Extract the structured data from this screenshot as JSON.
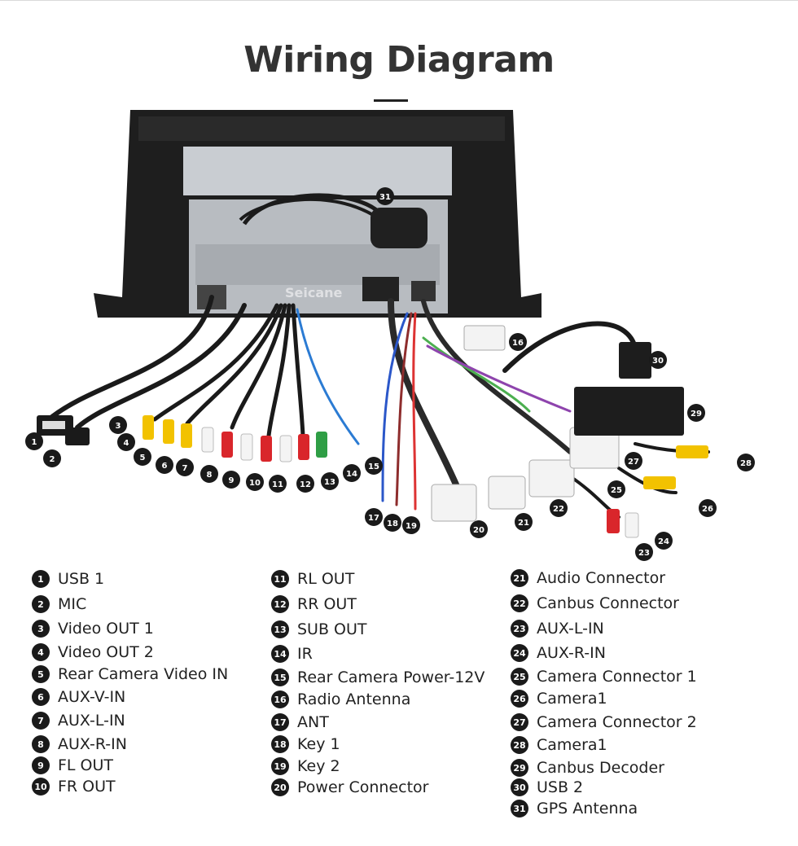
{
  "title": "Wiring Diagram",
  "watermark": "Seicane",
  "legend": [
    {
      "n": "1",
      "label": "USB 1"
    },
    {
      "n": "2",
      "label": "MIC"
    },
    {
      "n": "3",
      "label": "Video OUT 1"
    },
    {
      "n": "4",
      "label": "Video OUT 2"
    },
    {
      "n": "5",
      "label": "Rear Camera Video IN"
    },
    {
      "n": "6",
      "label": "AUX-V-IN"
    },
    {
      "n": "7",
      "label": "AUX-L-IN"
    },
    {
      "n": "8",
      "label": "AUX-R-IN"
    },
    {
      "n": "9",
      "label": "FL OUT"
    },
    {
      "n": "10",
      "label": "FR OUT"
    },
    {
      "n": "11",
      "label": "RL OUT"
    },
    {
      "n": "12",
      "label": "RR OUT"
    },
    {
      "n": "13",
      "label": "SUB OUT"
    },
    {
      "n": "14",
      "label": "IR"
    },
    {
      "n": "15",
      "label": "Rear Camera Power-12V"
    },
    {
      "n": "16",
      "label": "Radio Antenna"
    },
    {
      "n": "17",
      "label": "ANT"
    },
    {
      "n": "18",
      "label": "Key 1"
    },
    {
      "n": "19",
      "label": "Key 2"
    },
    {
      "n": "20",
      "label": "Power Connector"
    },
    {
      "n": "21",
      "label": "Audio Connector"
    },
    {
      "n": "22",
      "label": "Canbus Connector"
    },
    {
      "n": "23",
      "label": "AUX-L-IN"
    },
    {
      "n": "24",
      "label": "AUX-R-IN"
    },
    {
      "n": "25",
      "label": "Camera Connector 1"
    },
    {
      "n": "26",
      "label": "Camera1"
    },
    {
      "n": "27",
      "label": "Camera Connector 2"
    },
    {
      "n": "28",
      "label": "Camera1"
    },
    {
      "n": "29",
      "label": "Canbus Decoder"
    },
    {
      "n": "30",
      "label": "USB 2"
    },
    {
      "n": "31",
      "label": "GPS Antenna"
    }
  ],
  "colors": {
    "marker": "#1a1a1a",
    "rca_yellow": "#f2c200",
    "rca_red": "#d9262b",
    "rca_white": "#f4f4f4",
    "rca_green": "#2f9e45",
    "frame": "#1e1e1e"
  }
}
